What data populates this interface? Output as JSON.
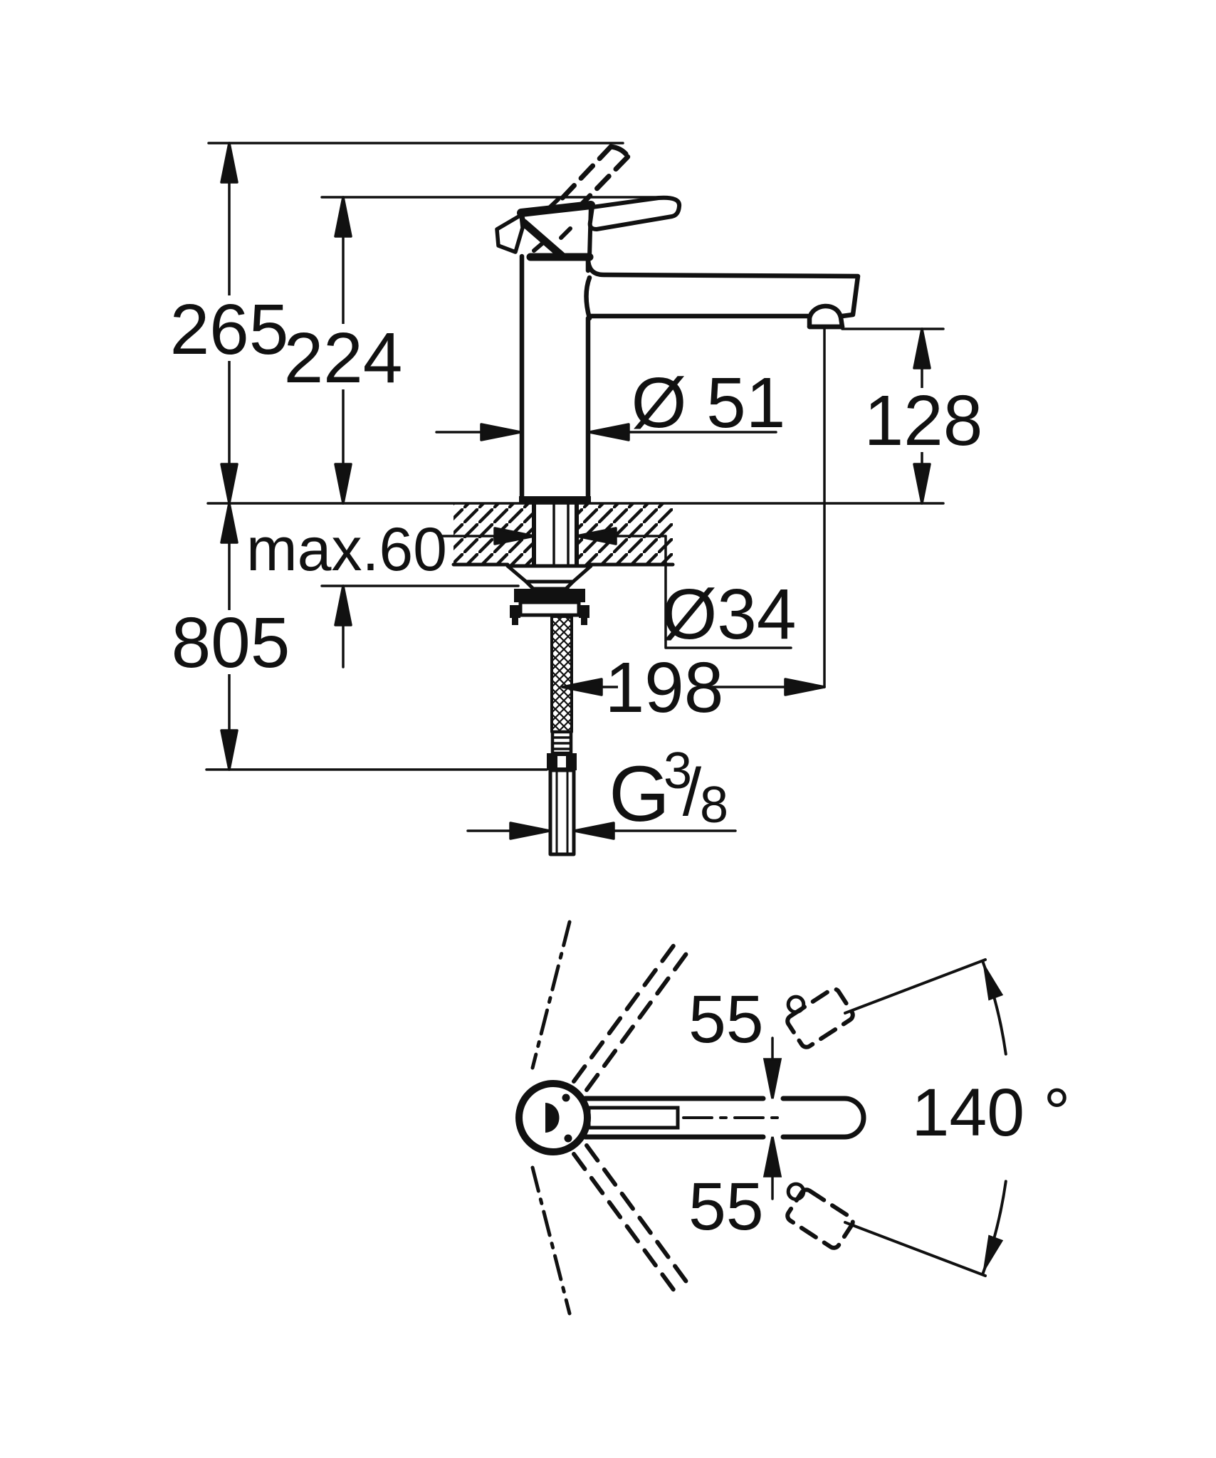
{
  "labels": {
    "total_height": "265",
    "lever_height": "224",
    "body_diameter": "Ø 51",
    "spout_height": "128",
    "max_mount_thickness": "max.60",
    "hole_diameter": "Ø34",
    "hose_length": "805",
    "spout_reach": "198",
    "thread_g": "G",
    "thread_numerator": "3",
    "thread_slash": "/",
    "thread_denominator": "8",
    "swivel_upper": "55 °",
    "swivel_lower": "55 °",
    "swivel_total": "140 °"
  },
  "colors": {
    "ink": "#111111",
    "background": "#ffffff"
  }
}
